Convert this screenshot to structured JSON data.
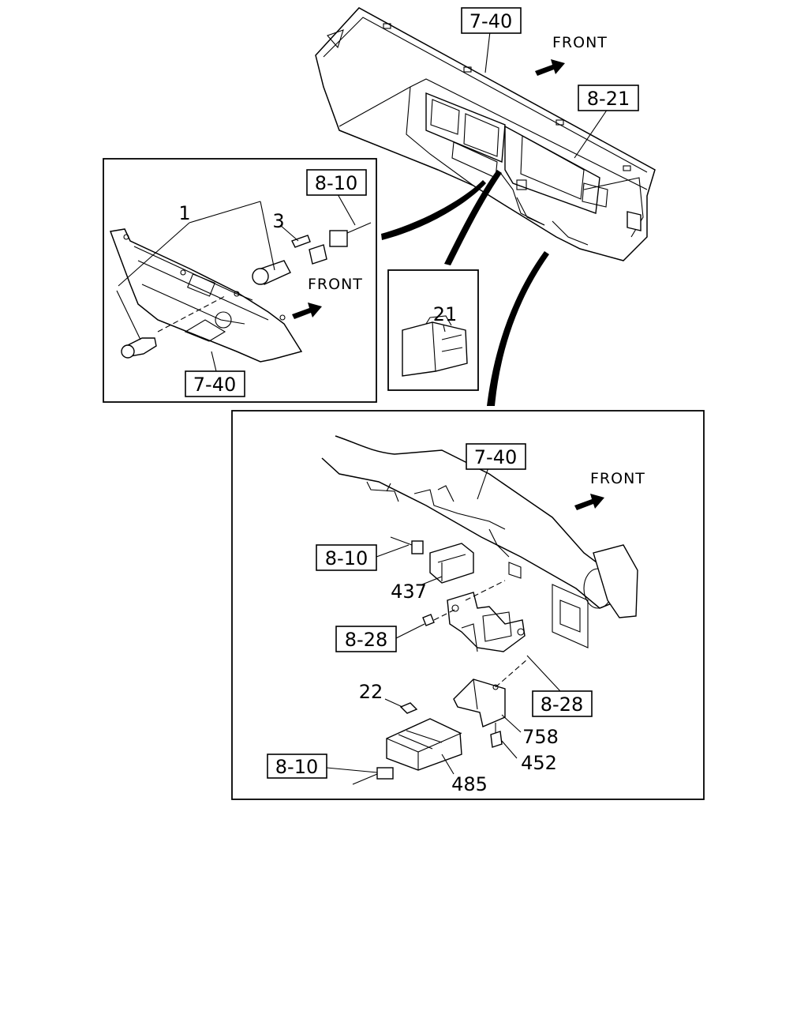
{
  "labels": {
    "ref_7_40_top": "7-40",
    "ref_8_21": "8-21",
    "front_top": "FRONT",
    "inset_left": {
      "ref_8_10": "8-10",
      "part_1": "1",
      "part_3": "3",
      "front": "FRONT",
      "ref_7_40": "7-40"
    },
    "inset_middle": {
      "part_21": "21"
    },
    "inset_bottom": {
      "ref_7_40": "7-40",
      "front": "FRONT",
      "ref_8_10_a": "8-10",
      "part_437": "437",
      "ref_8_28_a": "8-28",
      "ref_8_28_b": "8-28",
      "part_22": "22",
      "part_758": "758",
      "part_452": "452",
      "ref_8_10_b": "8-10",
      "part_485": "485"
    }
  },
  "colors": {
    "line": "#000000",
    "background": "#ffffff"
  }
}
